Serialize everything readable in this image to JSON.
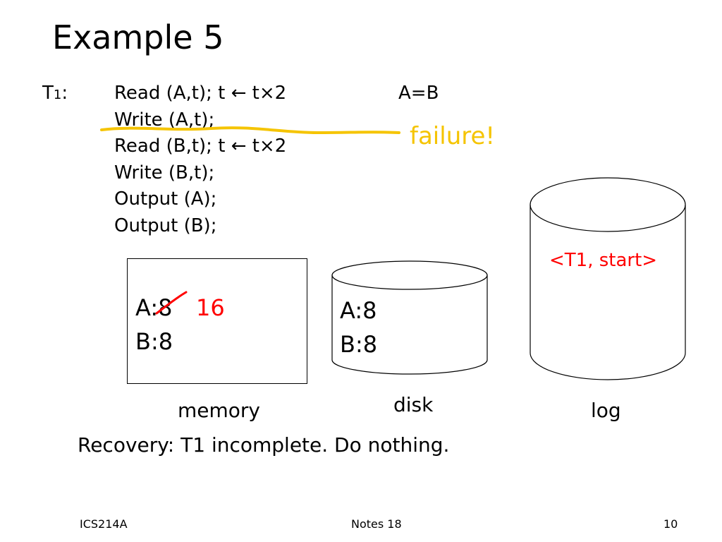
{
  "title": "Example 5",
  "transaction": {
    "name": "T",
    "name_sub": "1",
    "colon": ":",
    "steps": [
      "Read (A,t);  t ← t×2",
      "Write (A,t);",
      "Read (B,t);  t ← t×2",
      "Write (B,t);",
      "Output (A);",
      "Output (B);"
    ],
    "constraint": "A=B"
  },
  "failure_label": "failure!",
  "memory": {
    "label": "memory",
    "a_text": "A:8",
    "a_new_value": "16",
    "b_text": "B:8"
  },
  "disk": {
    "label": "disk",
    "a_text": "A:8",
    "b_text": "B:8"
  },
  "log": {
    "label": "log",
    "entries": [
      "<T1, start>"
    ]
  },
  "recovery_text": "Recovery: T1 incomplete. Do nothing.",
  "footer": {
    "left": "ICS214A",
    "center": "Notes 18",
    "right": "10"
  },
  "colors": {
    "highlight": "#ff0000",
    "failure_line": "#f5c400",
    "failure_text": "#f5c400"
  }
}
